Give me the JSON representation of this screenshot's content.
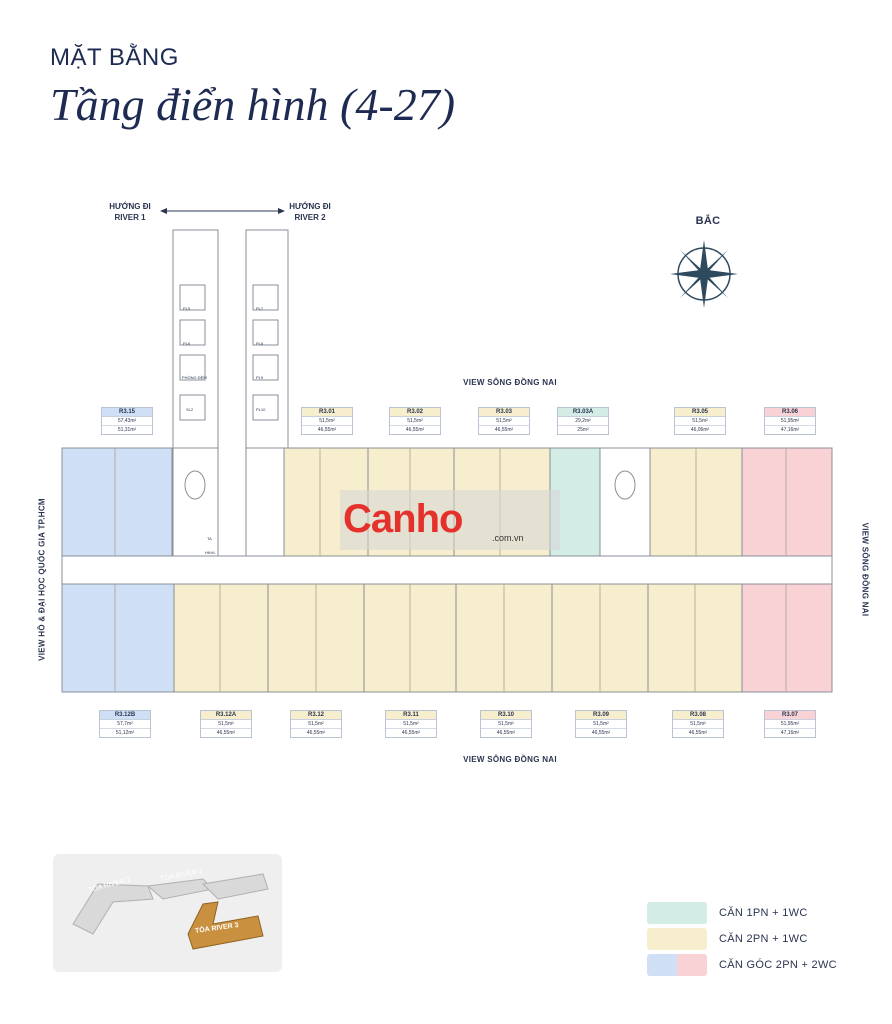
{
  "title_top": "MẶT BẰNG",
  "title_main": "Tầng điển hình (4-27)",
  "directions": {
    "river1": "HƯỚNG ĐI\nRIVER 1",
    "river2": "HƯỚNG ĐI\nRIVER 2",
    "north": "BẮC"
  },
  "views": {
    "top": "VIEW SÔNG ĐỒNG NAI",
    "bottom": "VIEW SÔNG ĐỒNG NAI",
    "left": "VIEW HỒ & ĐẠI HỌC QUỐC GIA TP.HCM",
    "right": "VIEW SÔNG ĐỒNG NAI"
  },
  "core_labels": {
    "pl5": "PL5",
    "pl6": "PL6",
    "pl7": "PL7",
    "pl8": "PL8",
    "pl9": "PL9",
    "pl10": "PL10",
    "sl2": "SL2",
    "phongdem": "PHÒNG ĐỆM",
    "hkhl": "HKHL",
    "ta": "TA"
  },
  "units_top": [
    {
      "code": "R3.15",
      "a": "57,43m²",
      "b": "51,31m²",
      "color": "blue"
    },
    {
      "code": "R3.01",
      "a": "51,5m²",
      "b": "46,55m²",
      "color": "yellow"
    },
    {
      "code": "R3.02",
      "a": "51,5m²",
      "b": "46,55m²",
      "color": "yellow"
    },
    {
      "code": "R3.03",
      "a": "51,5m²",
      "b": "46,55m²",
      "color": "yellow"
    },
    {
      "code": "R3.03A",
      "a": "29,2m²",
      "b": "25m²",
      "color": "green"
    },
    {
      "code": "R3.05",
      "a": "51,5m²",
      "b": "46,06m²",
      "color": "yellow"
    },
    {
      "code": "R3.06",
      "a": "51,95m²",
      "b": "47,16m²",
      "color": "pink"
    }
  ],
  "units_bottom": [
    {
      "code": "R3.12B",
      "a": "57,7m²",
      "b": "51,12m²",
      "color": "blue"
    },
    {
      "code": "R3.12A",
      "a": "51,5m²",
      "b": "46,55m²",
      "color": "yellow"
    },
    {
      "code": "R3.12",
      "a": "51,5m²",
      "b": "46,55m²",
      "color": "yellow"
    },
    {
      "code": "R3.11",
      "a": "51,5m²",
      "b": "46,55m²",
      "color": "yellow"
    },
    {
      "code": "R3.10",
      "a": "51,5m²",
      "b": "46,55m²",
      "color": "yellow"
    },
    {
      "code": "R3.09",
      "a": "51,5m²",
      "b": "46,55m²",
      "color": "yellow"
    },
    {
      "code": "R3.08",
      "a": "51,5m²",
      "b": "46,55m²",
      "color": "yellow"
    },
    {
      "code": "R3.07",
      "a": "51,95m²",
      "b": "47,16m²",
      "color": "pink"
    }
  ],
  "legend": [
    {
      "label": "CĂN 1PN + 1WC",
      "colors": [
        "#d4ece6"
      ]
    },
    {
      "label": "CĂN 2PN + 1WC",
      "colors": [
        "#f6eecd"
      ]
    },
    {
      "label": "CĂN GÓC 2PN + 2WC",
      "colors": [
        "#cfe0f6",
        "#f8d2d4"
      ]
    }
  ],
  "minimap": {
    "river1": "TÒA RIVER 1",
    "river2": "TÒA RIVER 2",
    "river3": "TÒA RIVER 3"
  },
  "watermark": {
    "brand": "Canho",
    "domain": ".com.vn"
  },
  "colors": {
    "blue": "#cfe0f6",
    "yellow": "#f6eecd",
    "green": "#d3ece6",
    "pink": "#f8d2d4",
    "navy": "#1e2a52",
    "compass": "#2e4a5e",
    "wood": "#c9913f"
  }
}
